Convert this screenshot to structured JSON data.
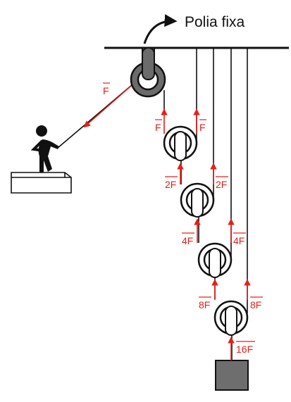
{
  "diagram": {
    "title": "Polia fixa",
    "pull_force_label": "F",
    "labels": {
      "pulley1_left": "F",
      "pulley1_right": "F",
      "pulley2_left": "2F",
      "pulley2_right": "2F",
      "pulley3_left": "4F",
      "pulley3_right": "4F",
      "pulley4_left": "8F",
      "pulley4_right": "8F",
      "load": "16F"
    },
    "colors": {
      "force": "#e3201b",
      "rope": "#111111",
      "pulley_gray": "#6b6b6b",
      "load_fill": "#6e6e6e"
    }
  }
}
